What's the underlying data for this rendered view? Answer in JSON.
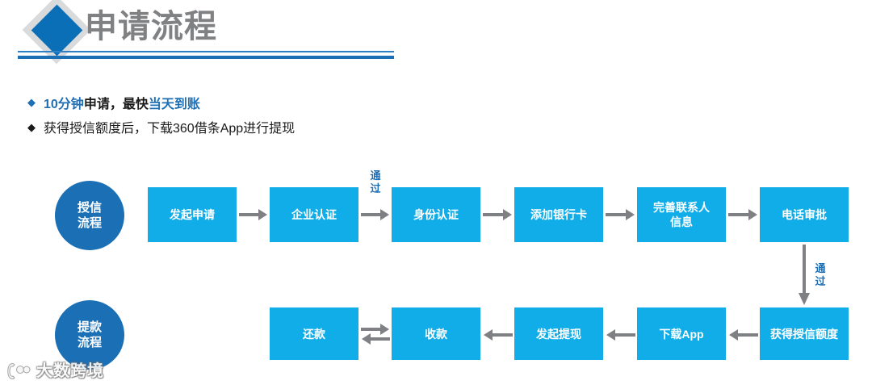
{
  "header": {
    "title": "申请流程",
    "logo_icon": "blue-diamond-icon"
  },
  "bullets": [
    {
      "marker": "◆",
      "marker_color": "#1f6fb5",
      "segments": [
        {
          "text": "10分钟",
          "highlight": true
        },
        {
          "text": "申请，最快",
          "highlight": false
        },
        {
          "text": "当天到账",
          "highlight": true
        }
      ]
    },
    {
      "marker": "◆",
      "marker_color": "#1a1a1a",
      "text": "获得授信额度后，下载360借条App进行提现"
    }
  ],
  "flow": {
    "row1": {
      "badge": {
        "line1": "授信",
        "line2": "流程"
      },
      "nodes": [
        {
          "label": "发起申请"
        },
        {
          "label": "企业认证"
        },
        {
          "label": "身份认证"
        },
        {
          "label": "添加银行卡"
        },
        {
          "line1": "完善联系人",
          "line2": "信息"
        },
        {
          "label": "电话审批"
        }
      ],
      "edge_label": {
        "line1": "通",
        "line2": "过"
      }
    },
    "vertical_edge_label": {
      "line1": "通",
      "line2": "过"
    },
    "row2": {
      "badge": {
        "line1": "提款",
        "line2": "流程"
      },
      "nodes": [
        {
          "label": "还款"
        },
        {
          "label": "收款"
        },
        {
          "label": "发起提现"
        },
        {
          "label": "下载App"
        },
        {
          "label": "获得授信额度"
        }
      ]
    }
  },
  "watermark": {
    "text": "大数跨境",
    "icon": "brand-logo-icon"
  },
  "colors": {
    "node_blue": "#10ade8",
    "badge_blue": "#1a6fb5",
    "accent_blue": "#1f6fb5",
    "title_gray": "#808183",
    "arrow_gray": "#7f8083"
  }
}
